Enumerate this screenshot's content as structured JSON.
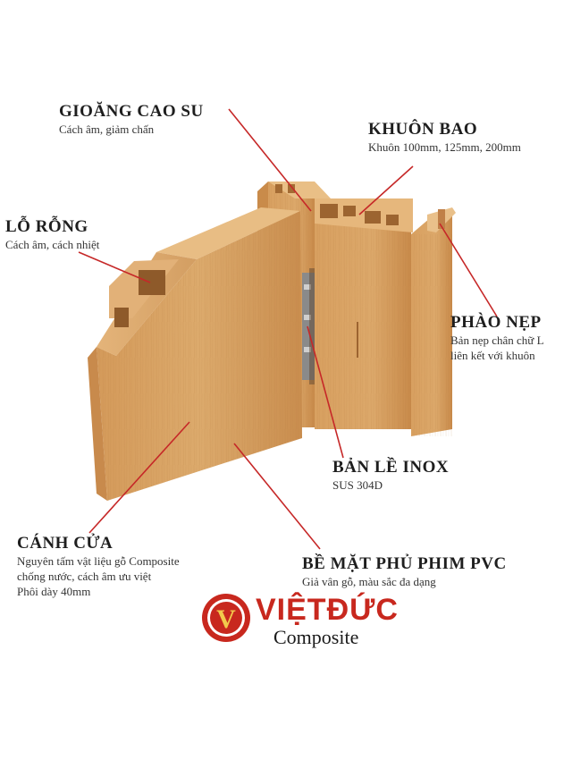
{
  "labels": {
    "gioang": {
      "title": "GIOĂNG CAO SU",
      "desc": "Cách âm, giảm chấn"
    },
    "khuon": {
      "title": "KHUÔN BAO",
      "desc": "Khuôn 100mm, 125mm, 200mm"
    },
    "lo": {
      "title": "LỖ RỖNG",
      "desc": "Cách âm, cách nhiệt"
    },
    "phao": {
      "title": "PHÀO NẸP",
      "desc1": "Bản nẹp chân chữ L",
      "desc2": "liên kết với khuôn"
    },
    "banle": {
      "title": "BẢN LỀ INOX",
      "desc": "SUS 304D"
    },
    "canh": {
      "title": "CÁNH CỬA",
      "desc1": "Nguyên tấm vật liệu gỗ Composite",
      "desc2": "chống nước, cách âm ưu việt",
      "desc3": "Phôi dày 40mm"
    },
    "bemat": {
      "title": "BỀ MẶT PHỦ PHIM PVC",
      "desc": "Giả vân gỗ, màu sắc đa dạng"
    }
  },
  "logo": {
    "brand": "VIỆTĐỨC",
    "sub": "Composite",
    "mark_letter": "V"
  },
  "colors": {
    "leader": "#c62828",
    "wood": "#d9a567",
    "brand": "#c8281e"
  }
}
